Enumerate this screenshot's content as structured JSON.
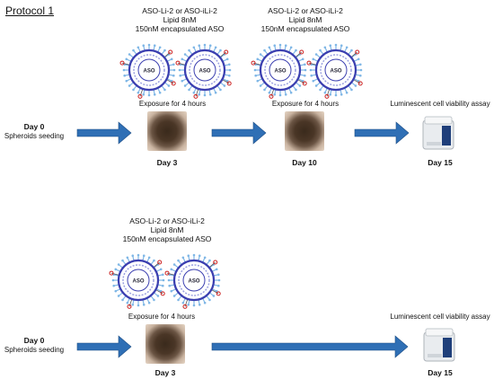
{
  "title": "Protocol 1",
  "formulation": {
    "line1": "ASO-Li-2 or ASO-iLi-2",
    "line2": "Lipid 8nM",
    "line3": "150nM encapsulated ASO"
  },
  "particle_label": "ASO",
  "steps": {
    "day0": "Day 0",
    "seeding": "Spheroids seeding",
    "exposure": "Exposure for 4 hours",
    "assay": "Luminescent cell viability assay"
  },
  "row1": {
    "d1": "Day 3",
    "d2": "Day 10",
    "d3": "Day 15"
  },
  "row2": {
    "d1": "Day 3",
    "d3": "Day 15"
  },
  "colors": {
    "arrow": "#2f6fb5",
    "particle_ring": "#3b3fb0",
    "lipid": "#7fb7e6",
    "tag": "#cc2222"
  },
  "icons": {
    "arrow": "arrow-right-icon",
    "spheroid": "spheroid-image",
    "device": "luminometer-icon",
    "particle": "lipid-nanoparticle-icon"
  }
}
